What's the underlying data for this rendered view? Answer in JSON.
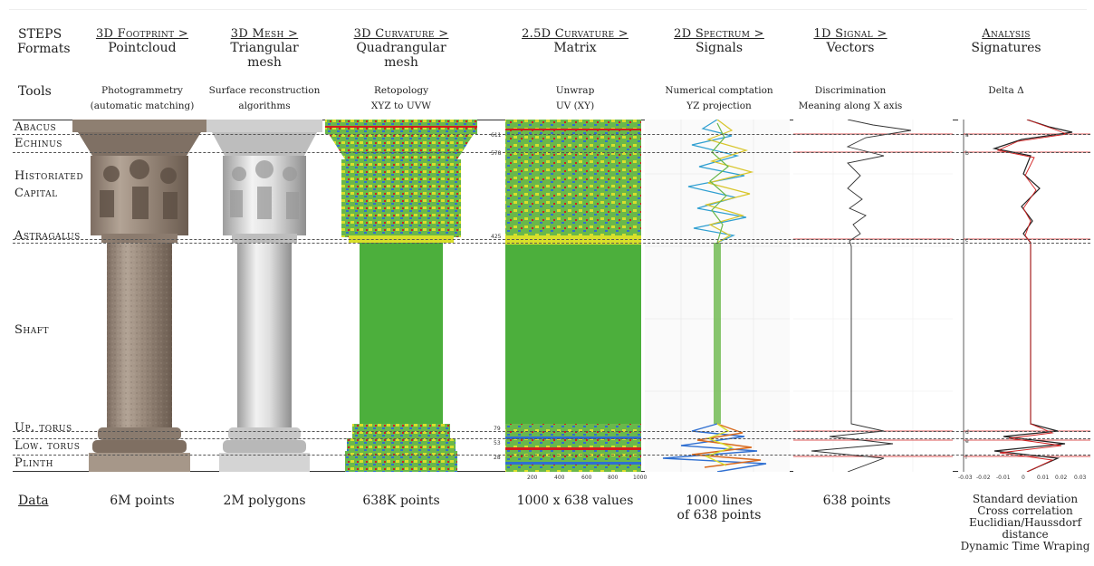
{
  "header": {
    "steps_label": "STEPS",
    "formats_label": "Formats",
    "tools_label": "Tools",
    "data_label": "Data"
  },
  "columns": [
    {
      "step": "3D Footprint >",
      "format": [
        "Pointcloud"
      ],
      "tools": [
        "Photogrammetry",
        "(automatic matching)"
      ],
      "data": [
        "6M points"
      ]
    },
    {
      "step": "3D Mesh >",
      "format": [
        "Triangular",
        "mesh"
      ],
      "tools": [
        "Surface reconstruction",
        "algorithms"
      ],
      "data": [
        "2M polygons"
      ]
    },
    {
      "step": "3D Curvature >",
      "format": [
        "Quadrangular",
        "mesh"
      ],
      "tools": [
        "Retopology",
        "XYZ to UVW"
      ],
      "data": [
        "638K points"
      ]
    },
    {
      "step": "2.5D Curvature >",
      "format": [
        "Matrix"
      ],
      "tools": [
        "Unwrap",
        "UV (XY)"
      ],
      "data": [
        "1000 x 638 values"
      ]
    },
    {
      "step": "2D Spectrum >",
      "format": [
        "Signals"
      ],
      "tools": [
        "Numerical comptation",
        "YZ projection"
      ],
      "data": [
        "1000 lines",
        "of 638 points"
      ]
    },
    {
      "step": "1D Signal >",
      "format": [
        "Vectors"
      ],
      "tools": [
        "Discrimination",
        "Meaning along X axis"
      ],
      "data": [
        "638 points"
      ]
    },
    {
      "step": "Analysis",
      "format": [
        "Signatures"
      ],
      "tools": [
        "Delta Δ"
      ],
      "data": [
        "Standard deviation",
        "Cross correlation",
        "Euclidian/Haussdorf",
        "distance",
        "Dynamic Time Wraping"
      ]
    }
  ],
  "rows": [
    {
      "label": "Abacus"
    },
    {
      "label": "Echinus"
    },
    {
      "label": "Historiated"
    },
    {
      "label": "Capital"
    },
    {
      "label": "Astragalus"
    },
    {
      "label": "Shaft"
    },
    {
      "label": "Up. torus"
    },
    {
      "label": "Low. torus"
    },
    {
      "label": "Plinth"
    }
  ],
  "matrix_y_ticks": [
    "611",
    "578",
    "425",
    "79",
    "53",
    "28"
  ],
  "matrix_x_ticks": [
    "200",
    "400",
    "600",
    "800",
    "1000"
  ],
  "signature_letters": [
    "a",
    "b",
    "c",
    "d",
    "e",
    "f"
  ],
  "analysis_x_ticks": [
    "-0.03",
    "-0.02",
    "-0.01",
    "0",
    "0.01",
    "0.02",
    "0.03"
  ],
  "colors": {
    "stone": "#9a8a7c",
    "mesh": "#d9d9d9",
    "curv_green": "#4caf3c",
    "curv_yellow": "#d8df2a",
    "curv_blue": "#2f6fd1",
    "curv_red": "#d11e1e",
    "signal_red": "#d21f1f"
  }
}
